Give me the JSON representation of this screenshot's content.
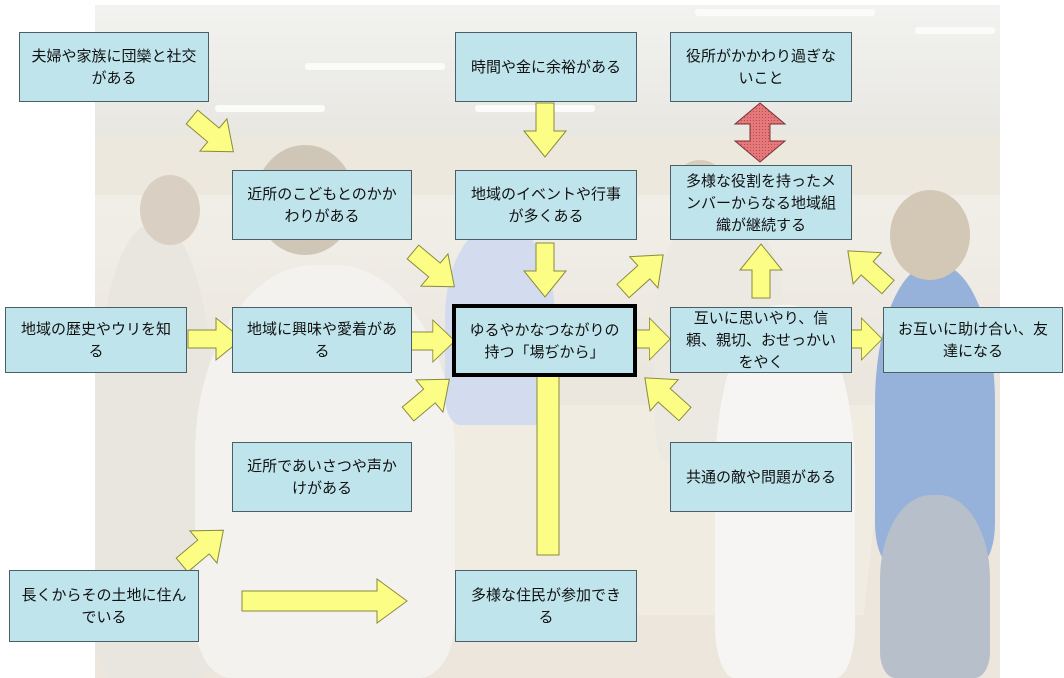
{
  "colors": {
    "box_fill": "#bfe4ec",
    "arrow_fill": "#fbfd84",
    "double_arrow_fill": "#e4787a"
  },
  "nodes": {
    "n1": "夫婦や家族に団欒と社交がある",
    "n2": "時間や金に余裕がある",
    "n3": "役所がかかわり過ぎないこと",
    "n4": "近所のこどもとのかかわりがある",
    "n5": "地域のイベントや行事が多くある",
    "n6": "多様な役割を持ったメンバーからなる地域組織が継続する",
    "n7": "地域の歴史やウリを知る",
    "n8": "地域に興味や愛着がある",
    "n9": "ゆるやかなつながりの持つ「場ぢから」",
    "n10": "互いに思いやり、信頼、親切、おせっかいをやく",
    "n11": "お互いに助け合い、友達になる",
    "n12": "近所であいさつや声かけがある",
    "n13": "共通の敵や問題がある",
    "n14": "長くからその土地に住んでいる",
    "n15": "多様な住民が参加できる"
  }
}
